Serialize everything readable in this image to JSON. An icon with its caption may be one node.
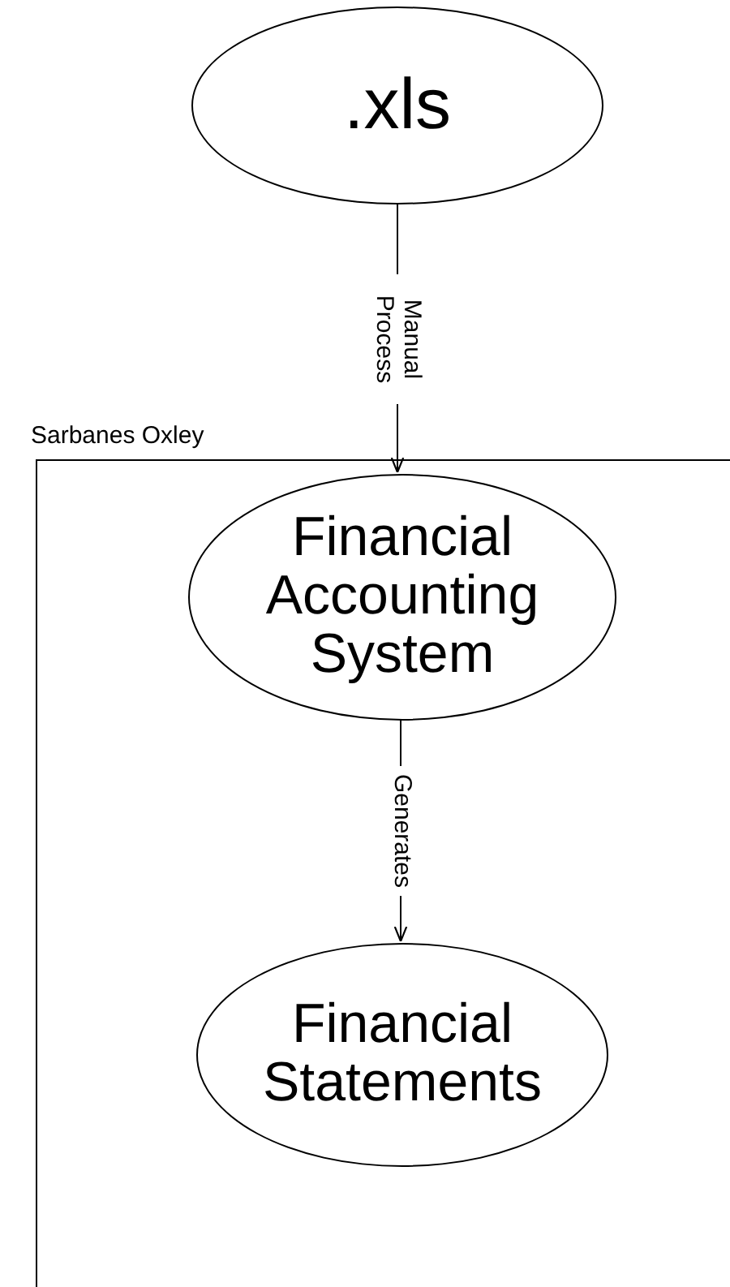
{
  "diagram": {
    "nodes": [
      {
        "text": [
          ".xls"
        ]
      },
      {
        "text": [
          "Sarbanes Oxley"
        ]
      },
      {
        "text": [
          "Financial Accounting System"
        ],
        "in": 1
      },
      {
        "text": [
          "Financial Statements"
        ],
        "in": 1
      }
    ],
    "edges": [
      {
        "from": 0,
        "to": 2,
        "arrow": "to",
        "label": "Manual Process"
      },
      {
        "from": 2,
        "to": 3,
        "arrow": "to",
        "label": "Generates"
      }
    ]
  }
}
